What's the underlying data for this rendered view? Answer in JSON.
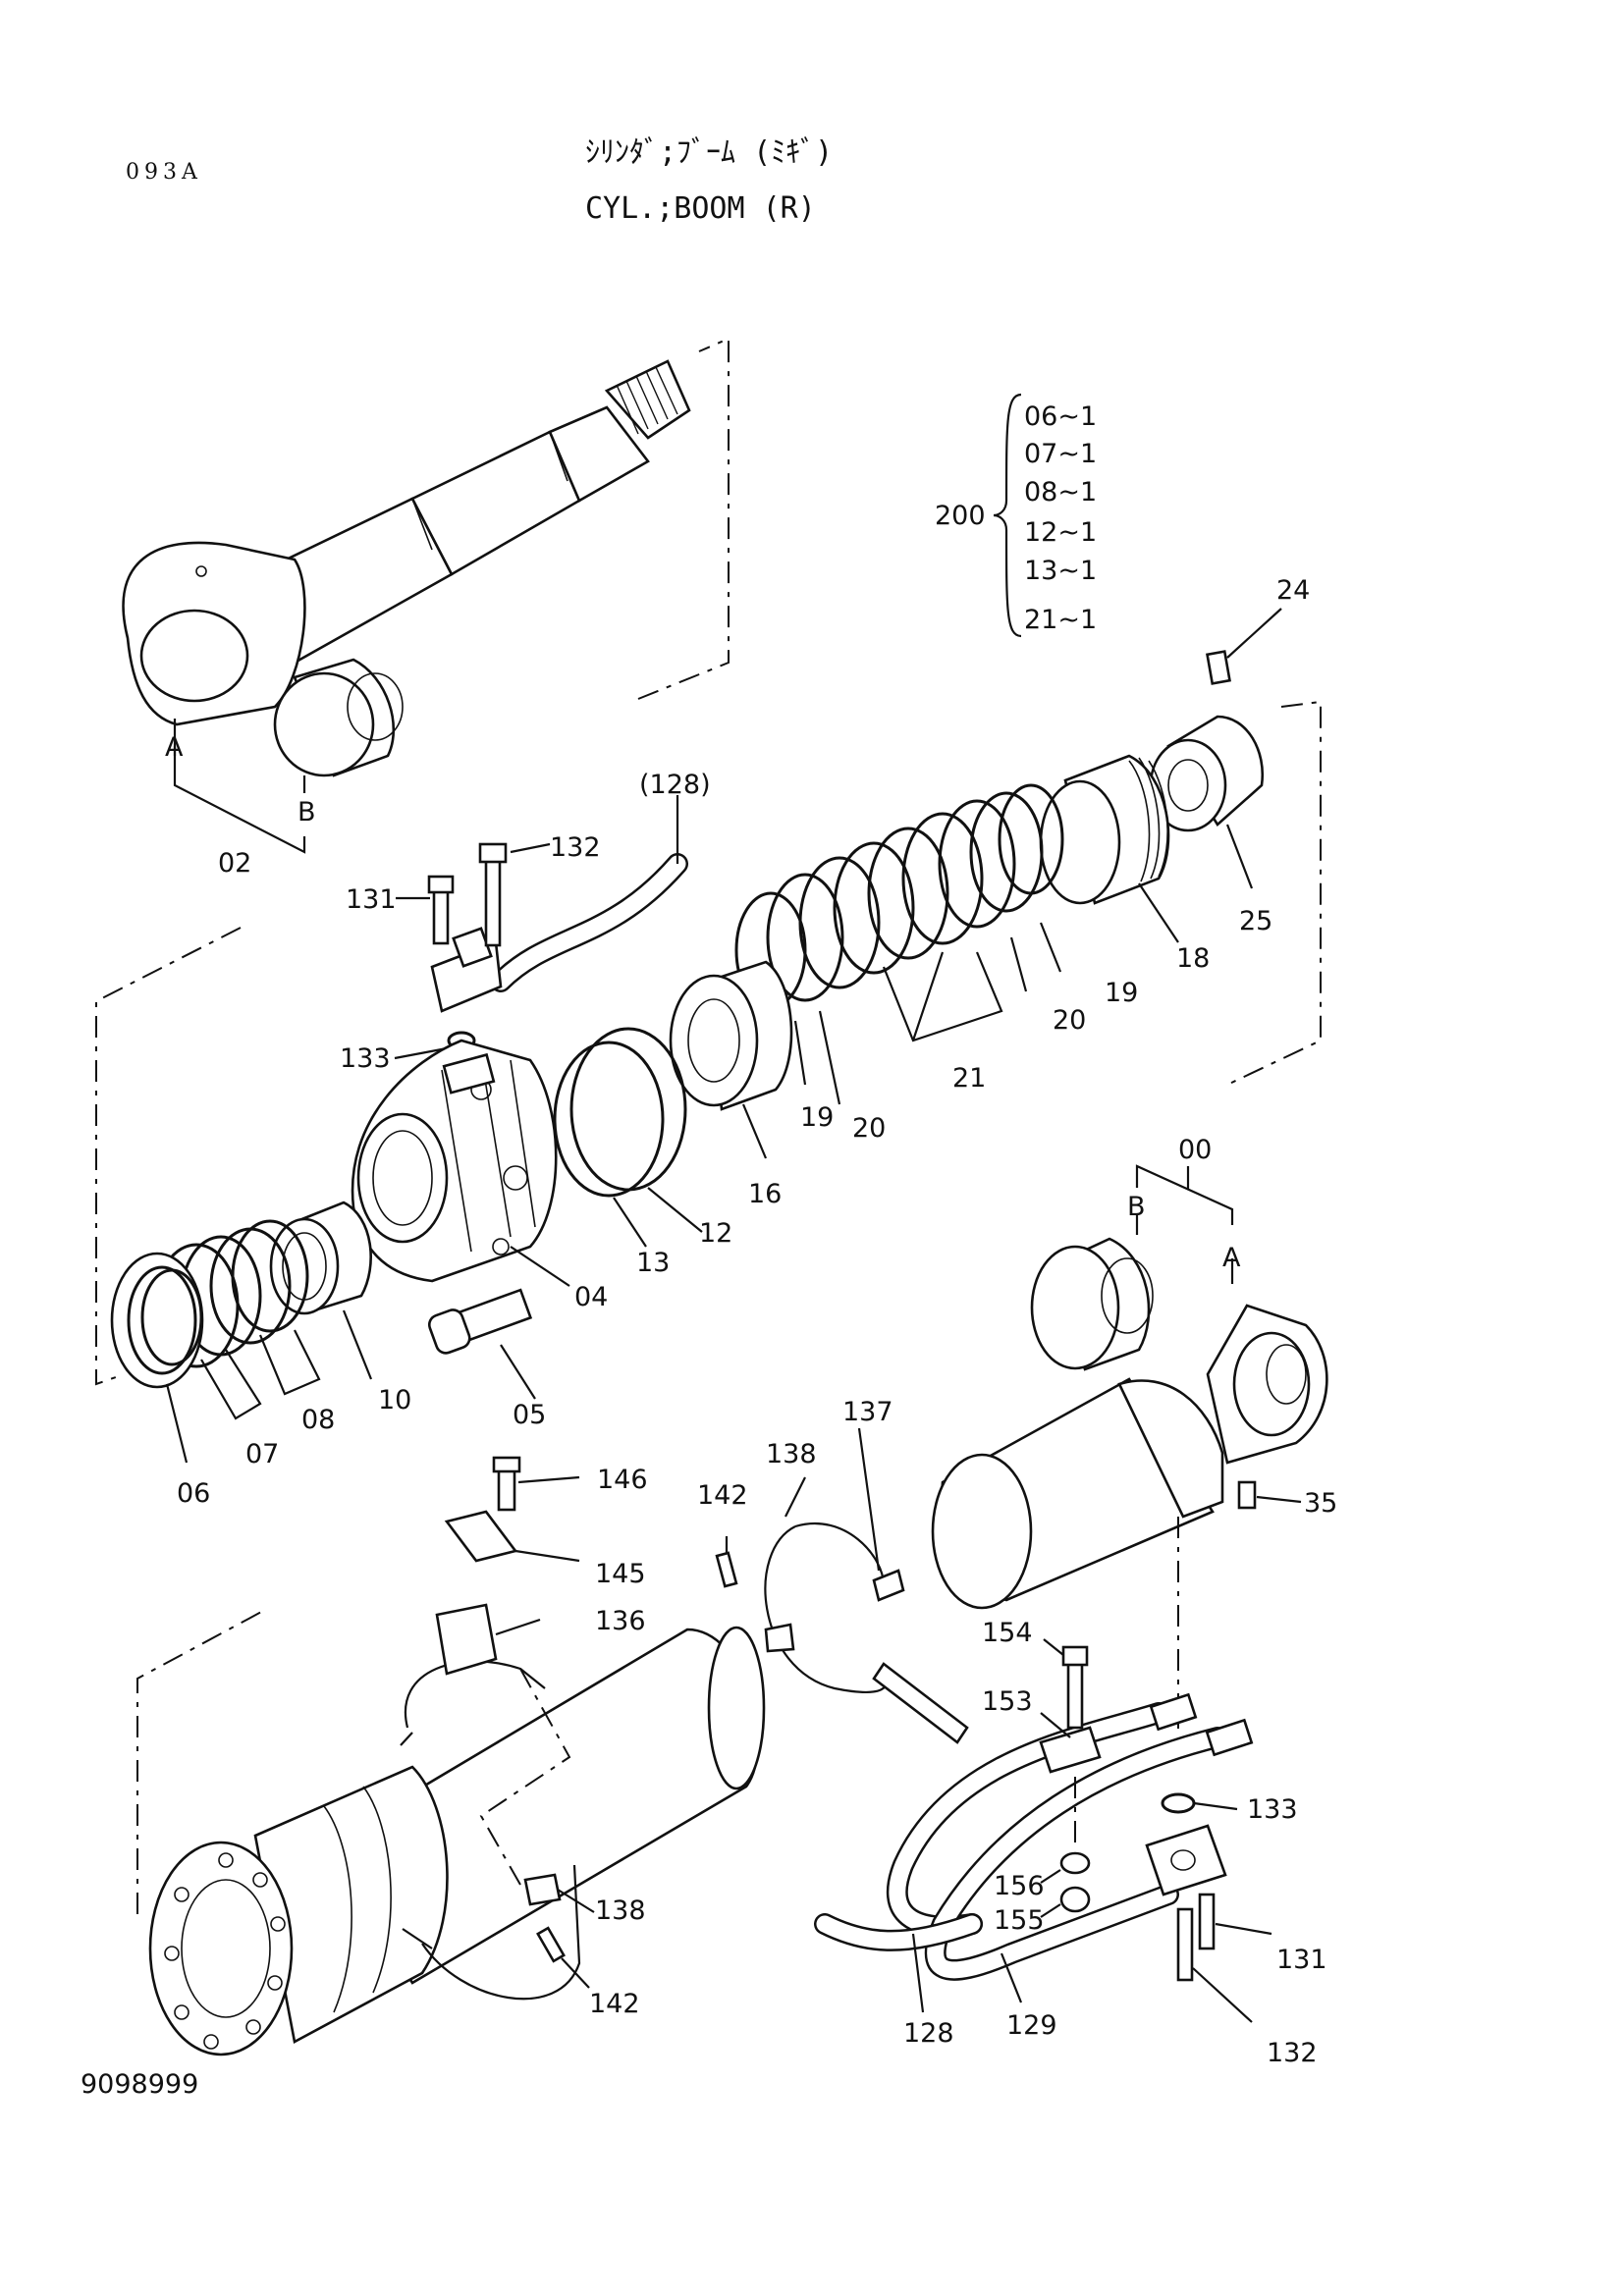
{
  "header": {
    "page_code": "093A",
    "title_jp": "ｼﾘﾝﾀﾞ;ﾌﾞｰﾑ (ﾐｷﾞ)",
    "title_en": "CYL.;BOOM (R)"
  },
  "footer": {
    "drawing_number": "9098999"
  },
  "kit": {
    "number": "200",
    "items": [
      "06~1",
      "07~1",
      "08~1",
      "12~1",
      "13~1",
      "21~1"
    ]
  },
  "labels": {
    "rod_A": "A",
    "rod_B": "B",
    "rod_asm": "02",
    "tube_A": "A",
    "tube_B": "B",
    "tube_asm": "00",
    "p128_ref": "(128)",
    "p132": "132",
    "p131": "131",
    "p133": "133",
    "p24": "24",
    "p25": "25",
    "p18": "18",
    "p19": "19",
    "p20": "20",
    "p21": "21",
    "p19b": "19",
    "p20b": "20",
    "p16": "16",
    "p12": "12",
    "p13": "13",
    "p04": "04",
    "p05": "05",
    "p10": "10",
    "p08": "08",
    "p07": "07",
    "p06": "06",
    "p146": "146",
    "p145": "145",
    "p136": "136",
    "p142": "142",
    "p138": "138",
    "p137": "137",
    "p35": "35",
    "p154": "154",
    "p153": "153",
    "p133b": "133",
    "p156": "156",
    "p155": "155",
    "p131b": "131",
    "p132b": "132",
    "p128": "128",
    "p129": "129",
    "p138b": "138",
    "p142b": "142"
  }
}
